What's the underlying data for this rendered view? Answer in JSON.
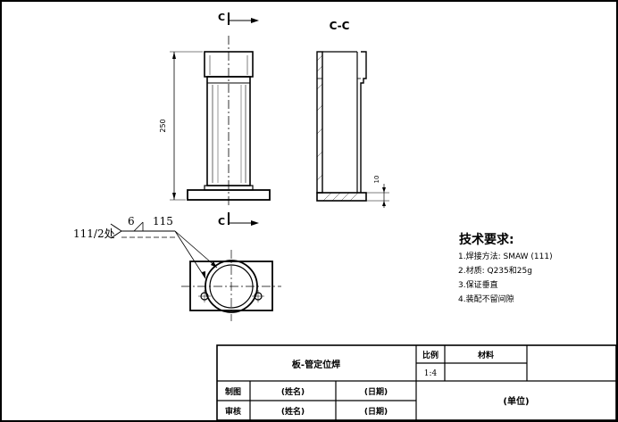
{
  "section_labels": {
    "top_marker": "C",
    "bottom_marker": "C",
    "section_title": "C-C"
  },
  "dimensions": {
    "height": "250",
    "base_thickness": "10"
  },
  "weld_symbol": {
    "reference": "111/2处",
    "size": "6",
    "length": "115"
  },
  "technical_requirements": {
    "title": "技术要求:",
    "items": [
      "1.焊接方法: SMAW (111)",
      "2.材质: Q235和25g",
      "3.保证垂直",
      "4.装配不留间隙"
    ]
  },
  "title_block": {
    "part_name": "板-管定位焊",
    "scale_label": "比例",
    "scale_value": "1:4",
    "material_label": "材料",
    "drawn_label": "制图",
    "checked_label": "审核",
    "name_placeholder_1": "(姓名)",
    "date_placeholder_1": "(日期)",
    "name_placeholder_2": "(姓名)",
    "date_placeholder_2": "(日期)",
    "unit_placeholder": "(单位)"
  }
}
